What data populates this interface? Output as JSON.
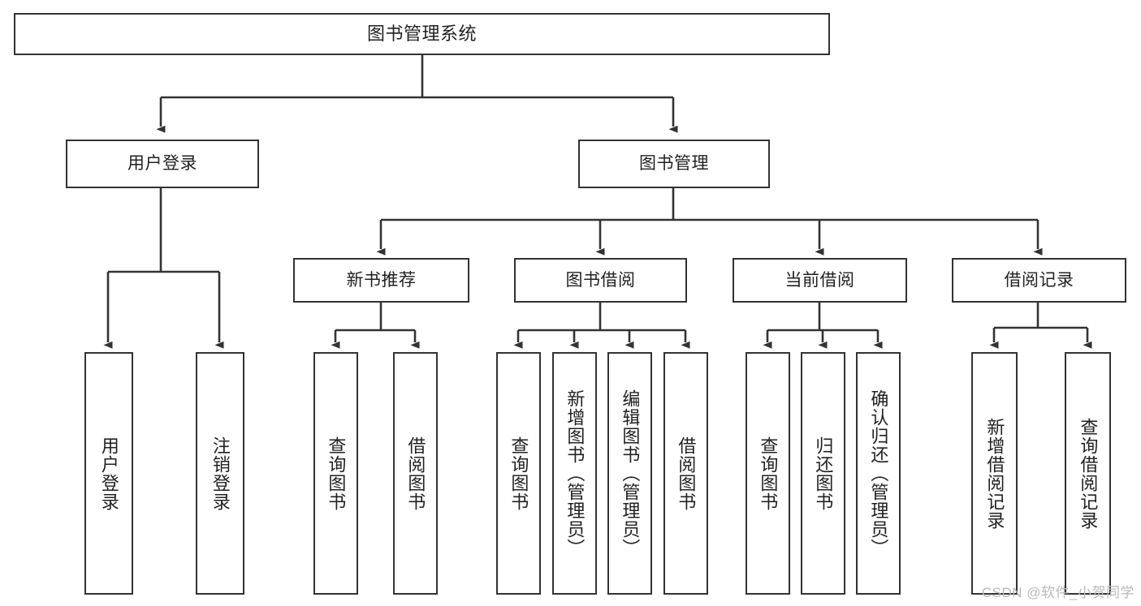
{
  "diagram": {
    "type": "tree",
    "title": "图书管理系统",
    "orientation": "top-down",
    "colors": {
      "stroke": "#333333",
      "fill": "#ffffff",
      "text": "#222222",
      "watermark": "#b9b9b9"
    },
    "root": {
      "label": "图书管理系统"
    },
    "level2": [
      {
        "label": "用户登录"
      },
      {
        "label": "图书管理"
      }
    ],
    "level3": [
      {
        "label": "新书推荐"
      },
      {
        "label": "图书借阅"
      },
      {
        "label": "当前借阅"
      },
      {
        "label": "借阅记录"
      }
    ],
    "leaves_user_login": [
      {
        "label": "用户登录"
      },
      {
        "label": "注销登录"
      }
    ],
    "leaves_new_book": [
      {
        "label": "查询图书"
      },
      {
        "label": "借阅图书"
      }
    ],
    "leaves_borrow": [
      {
        "label": "查询图书"
      },
      {
        "label": "新增图书（管理员）"
      },
      {
        "label": "编辑图书（管理员）"
      },
      {
        "label": "借阅图书"
      }
    ],
    "leaves_current": [
      {
        "label": "查询图书"
      },
      {
        "label": "归还图书"
      },
      {
        "label": "确认归还（管理员）"
      }
    ],
    "leaves_record": [
      {
        "label": "新增借阅记录"
      },
      {
        "label": "查询借阅记录"
      }
    ]
  },
  "watermark": {
    "text": "CSDN @软件_小贺同学"
  }
}
